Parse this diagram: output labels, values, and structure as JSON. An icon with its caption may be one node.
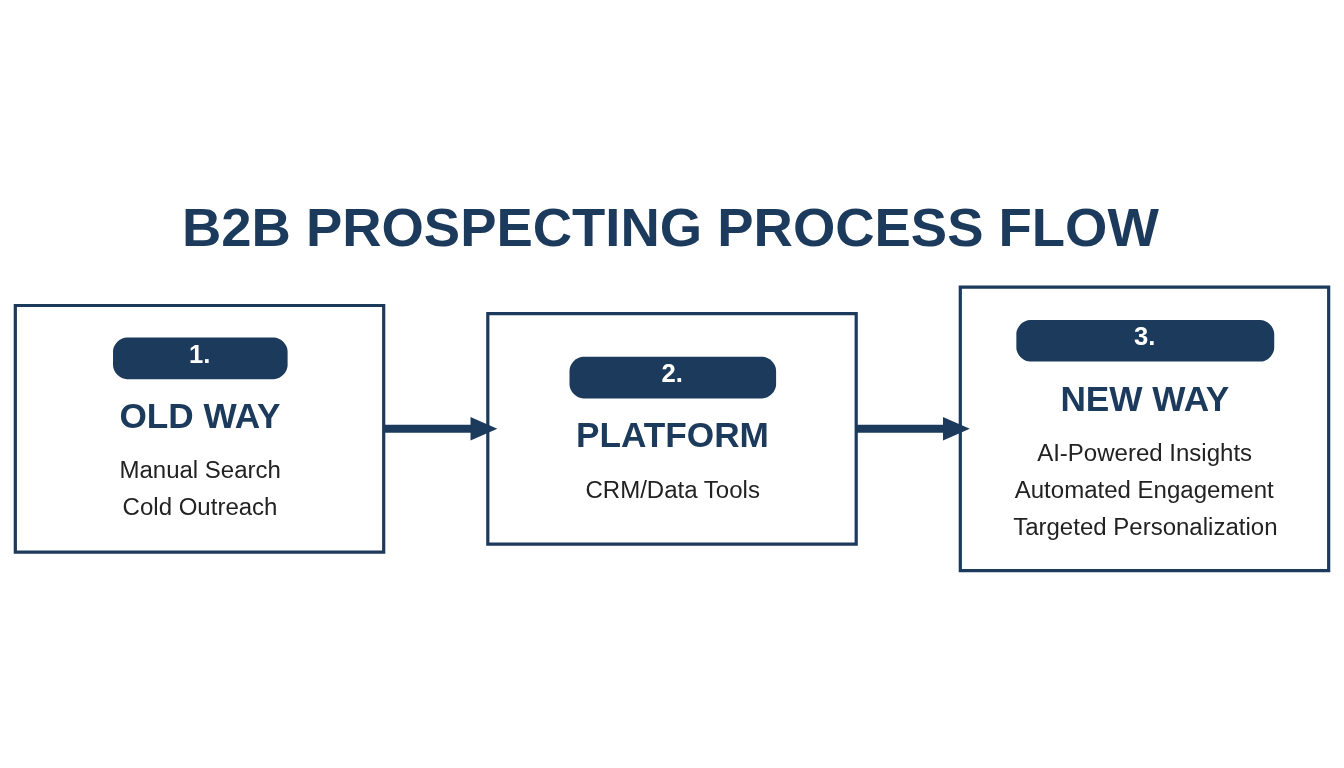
{
  "diagram": {
    "title": "B2B PROSPECTING PROCESS FLOW",
    "nodes": [
      {
        "text": [
          "1.",
          "OLD WAY",
          "Manual Search",
          "Cold Outreach"
        ]
      },
      {
        "text": [
          "2.",
          "PLATFORM",
          "CRM/Data Tools"
        ]
      },
      {
        "text": [
          "3.",
          "NEW WAY",
          "AI-Powered Insights",
          "Automated Engagement",
          "Targeted Personalization"
        ]
      }
    ],
    "edges": [
      {
        "from": 0,
        "to": 1,
        "arrow": "to"
      },
      {
        "from": 1,
        "to": 2,
        "arrow": "to"
      }
    ]
  }
}
